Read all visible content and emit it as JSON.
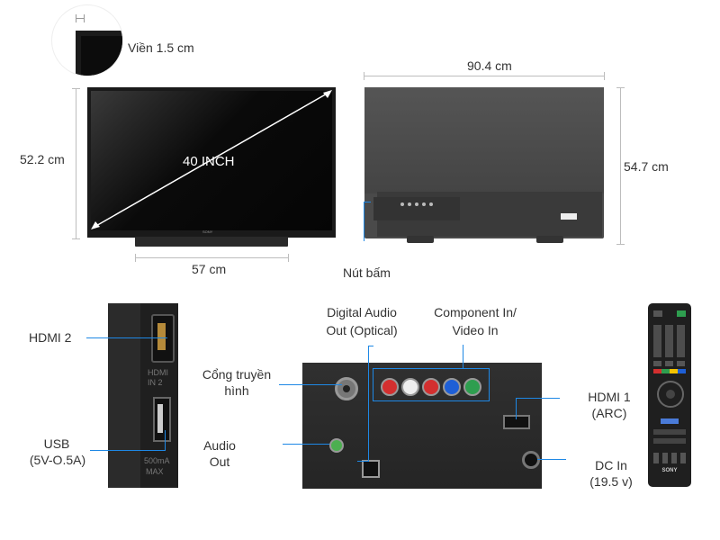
{
  "bezel": {
    "label": "Viền 1.5 cm"
  },
  "front": {
    "height_label": "52.2 cm",
    "diagonal_label": "40 INCH",
    "width_label": "57 cm",
    "brand_logo": "SONY"
  },
  "back": {
    "width_label": "90.4 cm",
    "height_label": "54.7 cm",
    "buttons_label": "Nút bấm"
  },
  "side_ports": {
    "hdmi2": "HDMI 2",
    "usb_line1": "USB",
    "usb_line2": "(5V-O.5A)",
    "port_text_hdmi": "HDMI",
    "port_text_in2": "IN 2",
    "port_text_ma": "500mA",
    "port_text_max": "MAX"
  },
  "rear_ports": {
    "digital_audio_line1": "Digital Audio",
    "digital_audio_line2": "Out (Optical)",
    "component_line1": "Component In/",
    "component_line2": "Video In",
    "antenna_line1": "Cổng truyền",
    "antenna_line2": "hình",
    "audio_out_line1": "Audio",
    "audio_out_line2": "Out",
    "hdmi1_line1": "HDMI 1",
    "hdmi1_line2": "(ARC)",
    "dcin_line1": "DC In",
    "dcin_line2": "(19.5 v)"
  },
  "remote": {
    "brand": "SONY"
  },
  "colors": {
    "callout": "#1e88e5",
    "port_red": "#d32f2f",
    "port_white": "#eeeeee",
    "port_blue": "#1e5fd6",
    "port_green": "#2e9e4f",
    "audio_green": "#4caf50"
  }
}
